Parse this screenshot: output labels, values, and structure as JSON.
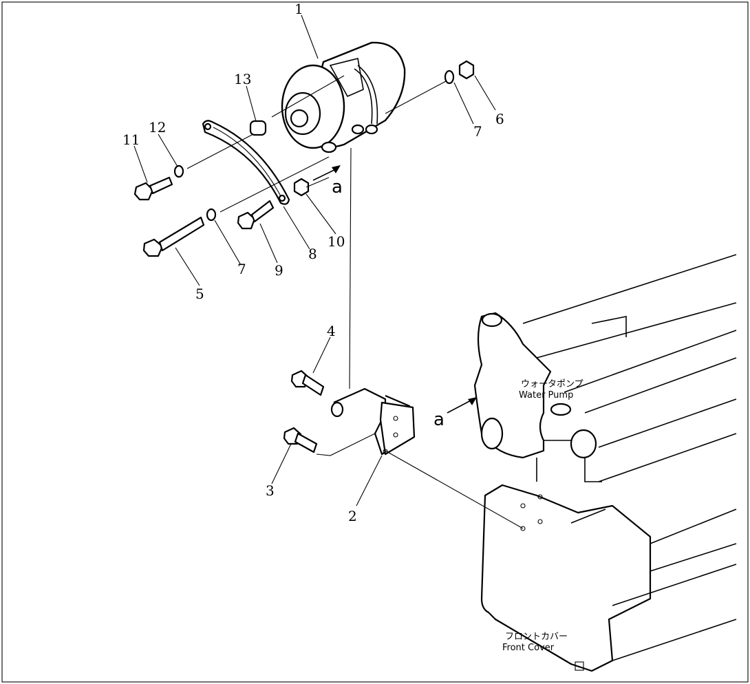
{
  "callouts": [
    "1",
    "2",
    "3",
    "4",
    "5",
    "6",
    "7",
    "7",
    "8",
    "9",
    "10",
    "11",
    "12",
    "13"
  ],
  "view_marks": [
    "a",
    "a"
  ],
  "labels": {
    "water_pump_jp": "ウォータポンプ",
    "water_pump_en": "Water  Pump",
    "front_cover_jp": "フロントカバー",
    "front_cover_en": "Front  Cover"
  }
}
